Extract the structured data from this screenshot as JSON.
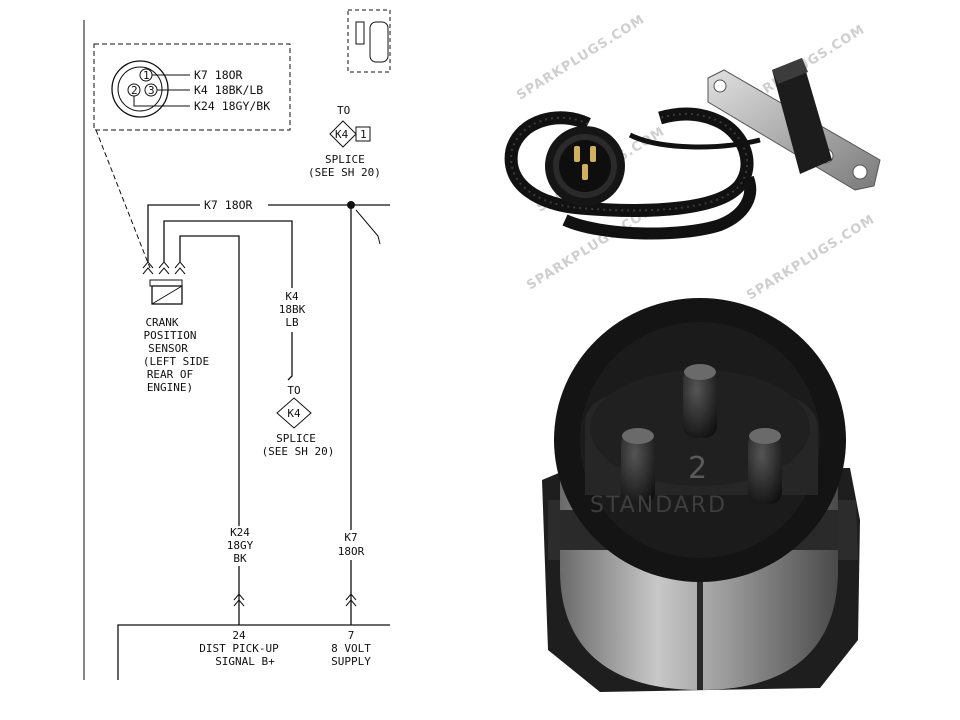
{
  "connector_legend": {
    "pins": [
      "1",
      "2",
      "3"
    ],
    "wires": [
      "K7 18OR",
      "K4 18BK/LB",
      "K24 18GY/BK"
    ]
  },
  "top_splice": {
    "to": "TO",
    "circuit": "K4",
    "pin": "1",
    "splice": "SPLICE",
    "see": "(SEE SH 20)"
  },
  "top_wire_label": "K7 18OR",
  "sensor_label": [
    "CRANK",
    "POSITION",
    "SENSOR",
    "(LEFT SIDE",
    "REAR OF",
    "ENGINE)"
  ],
  "k4_branch": [
    "K4",
    "18BK",
    "LB"
  ],
  "mid_splice": {
    "to": "TO",
    "circuit": "K4",
    "splice": "SPLICE",
    "see": "(SEE SH 20)"
  },
  "k24_wire": [
    "K24",
    "18GY",
    "BK"
  ],
  "k7_wire": [
    "K7",
    "18OR"
  ],
  "terminals": [
    {
      "pin": "24",
      "line1": "DIST PICK-UP",
      "line2": "SIGNAL B+"
    },
    {
      "pin": "7",
      "line1": "8 VOLT",
      "line2": "SUPPLY"
    }
  ],
  "watermarks": [
    "SPARKPLUGS.COM",
    "SPARKPLUGS.COM",
    "SPARKPLUGS.COM",
    "SPARKPLUGS.COM",
    "SPARKPLUGS.COM"
  ],
  "connector_pin_marking": "2",
  "brand_marking": "STANDARD"
}
